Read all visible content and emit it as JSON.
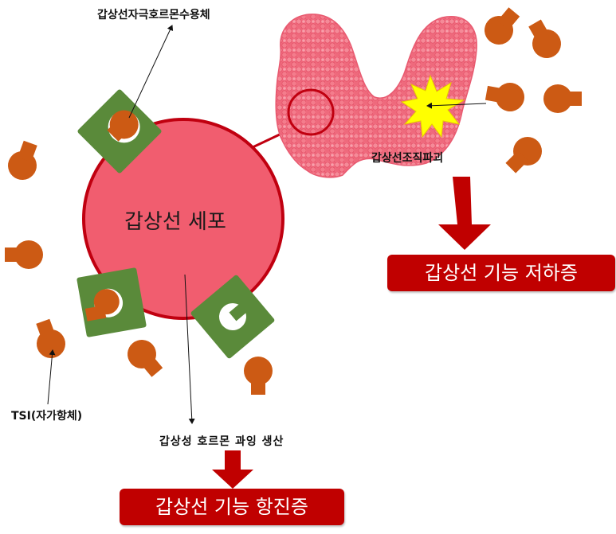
{
  "labels": {
    "receptor": "갑상선자극호르몬수용체",
    "cell": "갑상선 세포",
    "tissue_destruction": "갑상선조직파괴",
    "tsi": "TSI(자가항체)",
    "hormone_overproduction": "갑상성 호르몬 과잉 생산"
  },
  "outcomes": {
    "hypothyroidism": "갑상선 기능 저하증",
    "hyperthyroidism": "갑상선 기능 항진증"
  },
  "colors": {
    "cell_fill": "#f15d6f",
    "cell_stroke": "#c00010",
    "receptor_green": "#5a8a3a",
    "antibody_orange": "#cc5a14",
    "arrow_red": "#c00000",
    "thyroid_pink": "#f06a7e",
    "explosion_yellow": "#ffff00"
  },
  "icons": {
    "antibody": "antibody-icon",
    "receptor": "receptor-icon",
    "explosion": "explosion-icon",
    "thyroid": "thyroid-gland-icon"
  }
}
